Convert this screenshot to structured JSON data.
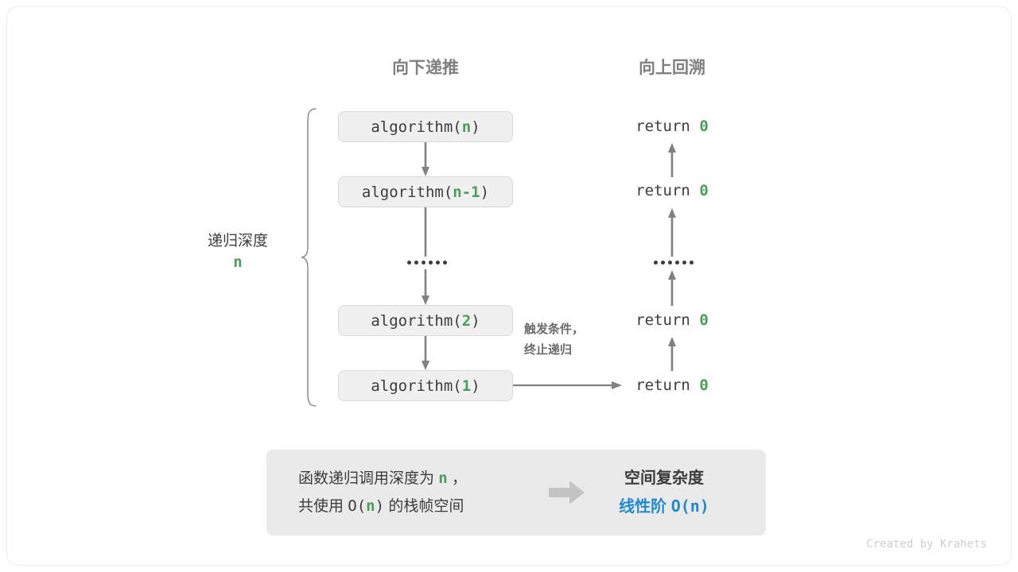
{
  "columns": {
    "down": "向下递推",
    "up": "向上回溯"
  },
  "depth": {
    "label": "递归深度",
    "value": "n"
  },
  "calls": [
    {
      "name": "algorithm(",
      "arg": "n",
      "close": ")"
    },
    {
      "name": "algorithm(",
      "arg": "n-1",
      "close": ")"
    },
    {
      "name": "algorithm(",
      "arg": "2",
      "close": ")"
    },
    {
      "name": "algorithm(",
      "arg": "1",
      "close": ")"
    }
  ],
  "returns": [
    {
      "kw": "return ",
      "val": "0"
    },
    {
      "kw": "return ",
      "val": "0"
    },
    {
      "kw": "return ",
      "val": "0"
    },
    {
      "kw": "return ",
      "val": "0"
    }
  ],
  "annotation": {
    "line1": "触发条件，",
    "line2": "终止递归"
  },
  "summary": {
    "left_line1_a": "函数递归调用深度为 ",
    "left_line1_n": "n",
    "left_line1_b": " ，",
    "left_line2_a": "共使用 ",
    "left_line2_o": "O(",
    "left_line2_n": "n",
    "left_line2_c": ")",
    "left_line2_b": " 的栈帧空间",
    "right_title": "空间复杂度",
    "right_value_a": "线性阶 ",
    "right_value_b": "O(n)"
  },
  "footer": "Created by Krahets",
  "colors": {
    "green": "#4a9e5c",
    "blue": "#1f8ad0",
    "gray_text": "#3c3c3c",
    "header_gray": "#808080",
    "arrow_gray": "#808080",
    "box_fill": "#f0f0f0",
    "box_border": "#d9d9d9",
    "summary_fill": "#eaeaea",
    "block_arrow": "#c4c4c4"
  }
}
